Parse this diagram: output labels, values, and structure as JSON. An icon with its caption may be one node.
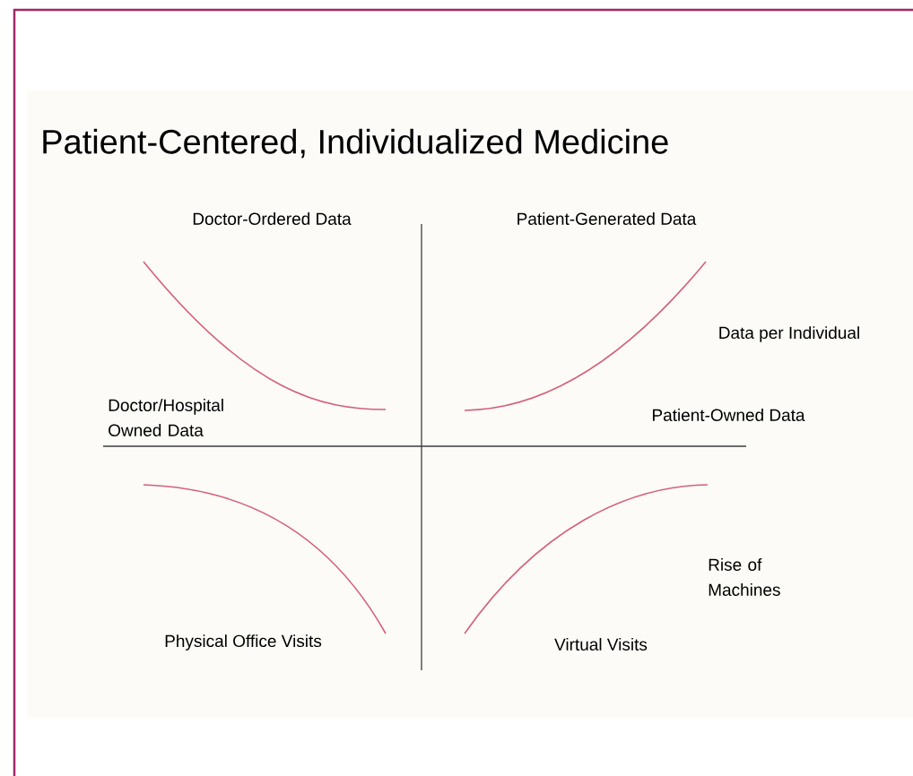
{
  "diagram": {
    "title": "Patient-Centered, Individualized Medicine",
    "labels": [
      "Doctor-Ordered Data",
      "Patient-Generated Data",
      "Data per Individual",
      "Doctor/Hospital Owned Data",
      "Patient-Owned Data",
      "Rise of Machines",
      "Physical Office Visits",
      "Virtual Visits"
    ]
  }
}
